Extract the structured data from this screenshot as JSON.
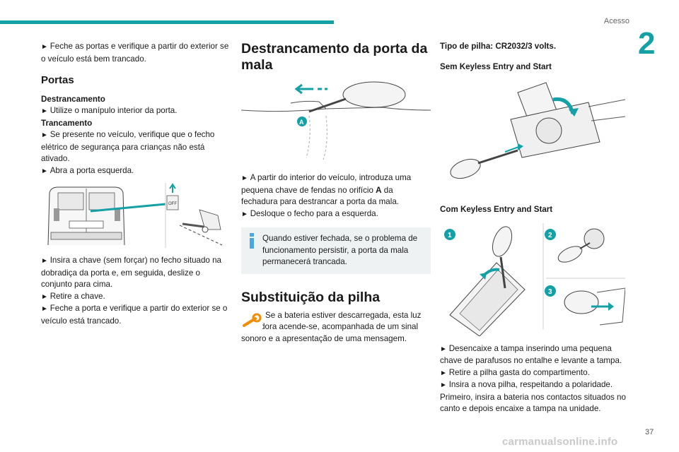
{
  "header": {
    "section": "Acesso",
    "chapter": "2",
    "page": "37"
  },
  "watermark": "carmanualsonline.info",
  "col1": {
    "p1": "Feche as portas e verifique a partir do exterior se o veículo está bem trancado.",
    "h_portas": "Portas",
    "destranc_label": "Destrancamento",
    "destranc_step": "Utilize o manípulo interior da porta.",
    "tranc_label": "Trancamento",
    "tranc_step1": "Se presente no veículo, verifique que o fecho elétrico de segurança para crianças não está ativado.",
    "tranc_step2": "Abra a porta esquerda.",
    "fig_off_label": "OFF",
    "step_a": "Insira a chave (sem forçar) no fecho situado na dobradiça da porta e, em seguida, deslize o conjunto para cima.",
    "step_b": "Retire a chave.",
    "step_c": "Feche a porta e verifique a partir do exterior se o veículo está trancado."
  },
  "col2": {
    "title": "Destrancamento da porta da mala",
    "fig_label": "A",
    "step1_pre": "A partir do interior do veículo, introduza uma pequena chave de fendas no orifício ",
    "step1_bold": "A",
    "step1_post": " da fechadura para destrancar a porta da mala.",
    "step2": "Desloque o fecho para a esquerda.",
    "note": "Quando estiver fechada, se o problema de funcionamento persistir, a porta da mala permanecerá trancada.",
    "title2": "Substituição da pilha",
    "warn": "Se a bateria estiver descarregada, esta luz avisadora acende-se, acompanhada de um sinal sonoro e a apresentação de uma mensagem."
  },
  "col3": {
    "battery_type": "Tipo de pilha: CR2032/3 volts.",
    "sem_keyless": "Sem Keyless Entry and Start",
    "com_keyless": "Com Keyless Entry and Start",
    "badge1": "1",
    "badge2": "2",
    "badge3": "3",
    "step1": "Desencaixe a tampa inserindo uma pequena chave de parafusos no entalhe e levante a tampa.",
    "step2": "Retire a pilha gasta do compartimento.",
    "step3": "Insira a nova pilha, respeitando a polaridade. Primeiro, insira a bateria nos contactos situados no canto e depois encaixe a tampa na unidade."
  },
  "colors": {
    "accent": "#13a0a6",
    "note_bg": "#eef2f3",
    "warn": "#f28c00",
    "info": "#4aa8e0"
  }
}
